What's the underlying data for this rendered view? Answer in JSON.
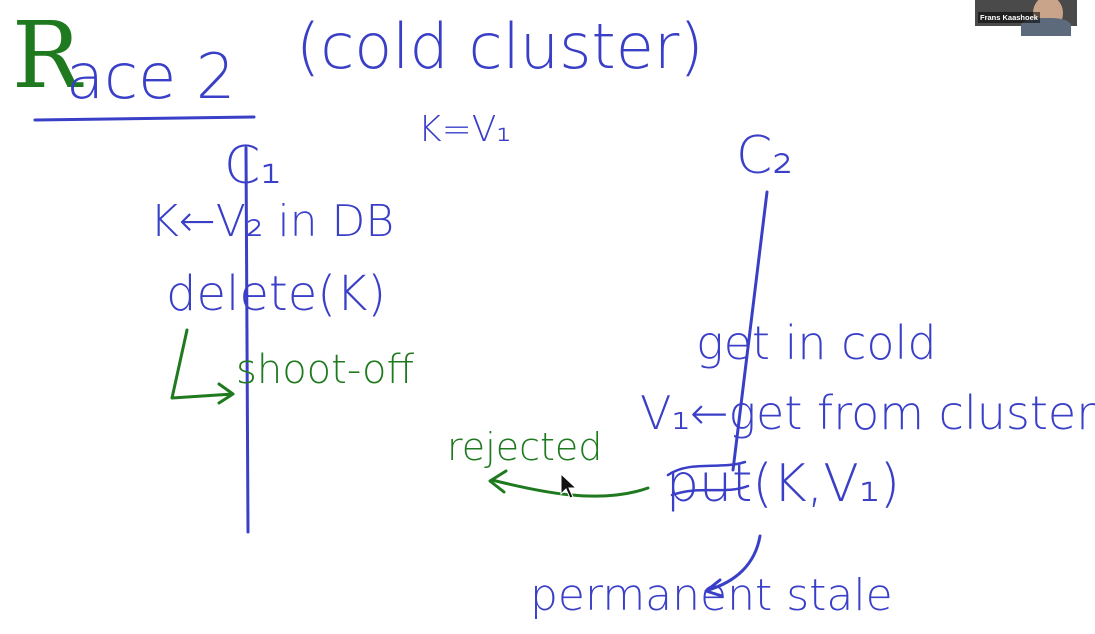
{
  "title": "Race 2",
  "subtitle": "(cold cluster)",
  "initial_value": "K=V₁",
  "clients": {
    "c1": "C₁",
    "c2": "C₂"
  },
  "c1_ops": {
    "write_db": "K←V₂ in DB",
    "delete": "delete(K)",
    "shoot_off": "shoot-off"
  },
  "c2_ops": {
    "get_in_cold": "get in cold",
    "get_from_cluster": "V₁←get from cluster",
    "put": "put(K,V₁)"
  },
  "annotations": {
    "rejected": "rejected",
    "permanent_stale": "permanent stale"
  },
  "video_call": {
    "participant_name": "Frans Kaashoek"
  },
  "colors": {
    "ink_blue": "#3a3fc7",
    "ink_green": "#1f7a1f"
  },
  "icons": [
    "mouse-cursor-icon"
  ]
}
